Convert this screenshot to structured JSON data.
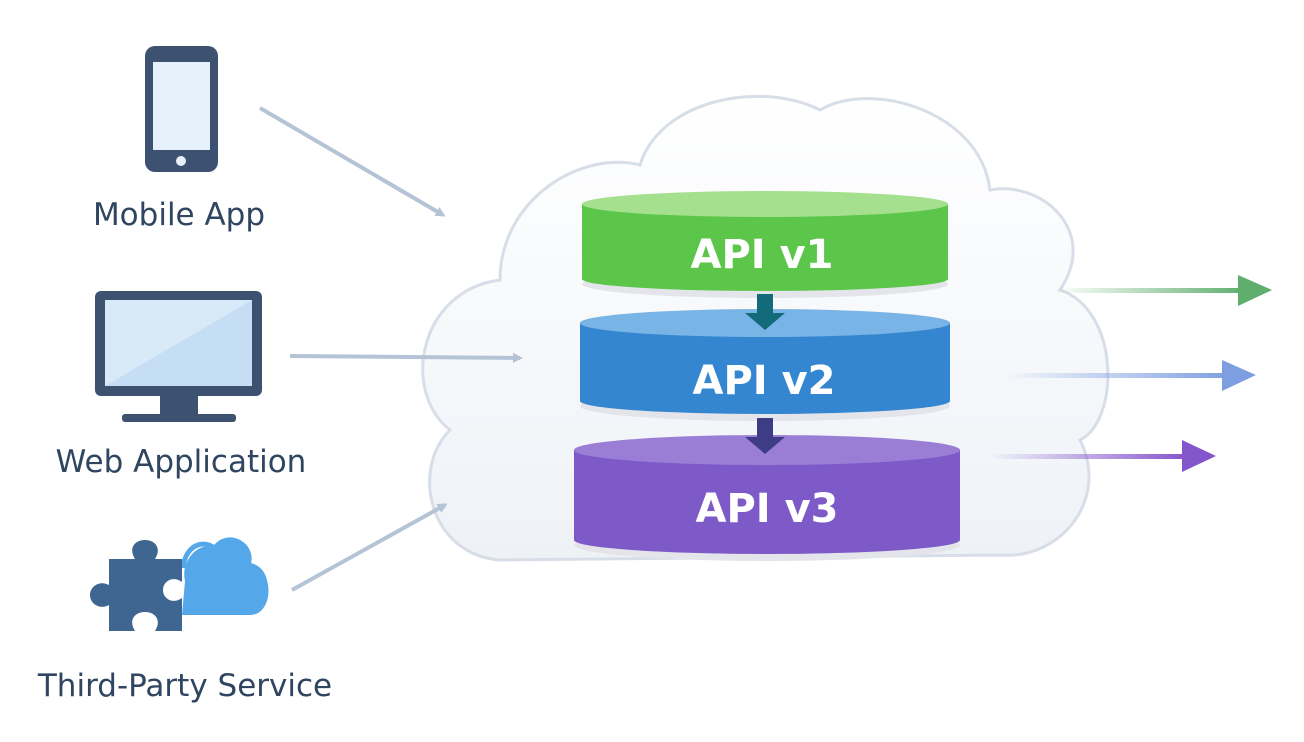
{
  "clients": [
    {
      "label": "Mobile App",
      "icon": "mobile-phone-icon"
    },
    {
      "label": "Web Application",
      "icon": "desktop-monitor-icon"
    },
    {
      "label": "Third-Party Service",
      "icon": "puzzle-cloud-icon"
    }
  ],
  "api_versions": [
    {
      "label": "API v1",
      "color": "#5cc64a"
    },
    {
      "label": "API v2",
      "color": "#3486d0"
    },
    {
      "label": "API v3",
      "color": "#7d5ac8"
    }
  ],
  "colors": {
    "text": "#2f4560",
    "incoming_arrow": "#b4c4d6",
    "cloud_outline": "#d8dee8",
    "out_green": "#5fae6e",
    "out_blue": "#7d9ee0",
    "out_purple": "#8456cc"
  }
}
